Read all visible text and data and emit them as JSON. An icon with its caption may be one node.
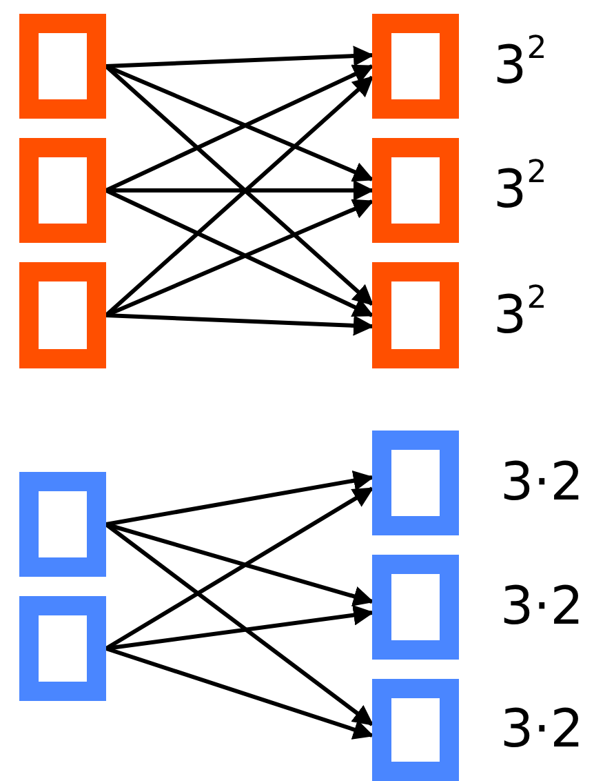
{
  "diagram": {
    "nodes": [
      {
        "text": [],
        "shape": "box"
      },
      {
        "text": [],
        "shape": "box"
      },
      {
        "text": [],
        "shape": "box"
      },
      {
        "text": [],
        "shape": "box",
        "beside": [
          "3$^{2}$"
        ]
      },
      {
        "text": [],
        "shape": "box",
        "beside": [
          "3$^{2}$"
        ]
      },
      {
        "text": [],
        "shape": "box",
        "beside": [
          "3$^{2}$"
        ]
      },
      {
        "text": [],
        "shape": "box"
      },
      {
        "text": [],
        "shape": "box"
      },
      {
        "text": [],
        "shape": "box",
        "beside": [
          "3·2"
        ]
      },
      {
        "text": [],
        "shape": "box",
        "beside": [
          "3·2"
        ]
      },
      {
        "text": [],
        "shape": "box",
        "beside": [
          "3·2"
        ]
      }
    ],
    "edges": [
      {
        "from": 0,
        "to": 3,
        "arrow": "to"
      },
      {
        "from": 0,
        "to": 4,
        "arrow": "to"
      },
      {
        "from": 0,
        "to": 5,
        "arrow": "to"
      },
      {
        "from": 1,
        "to": 3,
        "arrow": "to"
      },
      {
        "from": 1,
        "to": 4,
        "arrow": "to"
      },
      {
        "from": 1,
        "to": 5,
        "arrow": "to"
      },
      {
        "from": 2,
        "to": 3,
        "arrow": "to"
      },
      {
        "from": 2,
        "to": 4,
        "arrow": "to"
      },
      {
        "from": 2,
        "to": 5,
        "arrow": "to"
      },
      {
        "from": 6,
        "to": 8,
        "arrow": "to"
      },
      {
        "from": 6,
        "to": 9,
        "arrow": "to"
      },
      {
        "from": 6,
        "to": 10,
        "arrow": "to"
      },
      {
        "from": 7,
        "to": 8,
        "arrow": "to"
      },
      {
        "from": 7,
        "to": 9,
        "arrow": "to"
      },
      {
        "from": 7,
        "to": 10,
        "arrow": "to"
      }
    ]
  }
}
